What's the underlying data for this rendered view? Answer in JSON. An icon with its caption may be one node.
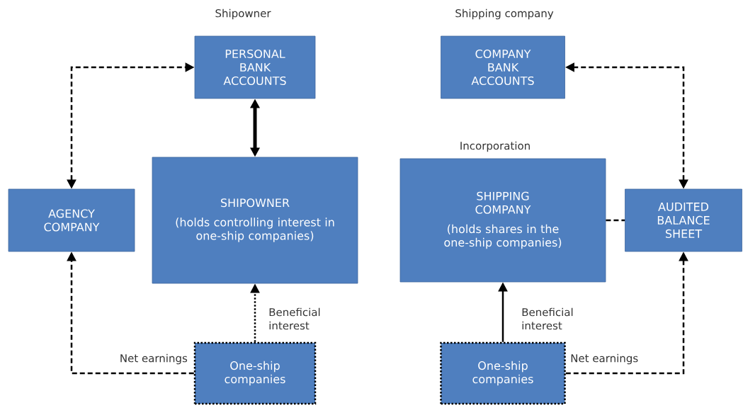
{
  "diagram": {
    "nodes": [
      {
        "text": [
          "PERSONAL BANK ACCOUNTS"
        ]
      },
      {
        "text": [
          "AGENCY COMPANY"
        ]
      },
      {
        "text": [
          "SHIPOWNER",
          "(holds controlling interest in one-ship companies)"
        ]
      },
      {
        "text": [
          "One-ship companies"
        ]
      },
      {
        "text": [
          "COMPANY BANK ACCOUNTS"
        ]
      },
      {
        "text": [
          "SHIPPING COMPANY",
          "(holds shares in the one-ship companies)"
        ],
        "beside": [
          "Incorporation"
        ]
      },
      {
        "text": [
          "AUDITED BALANCE SHEET"
        ]
      },
      {
        "text": [
          "One-ship companies"
        ]
      }
    ],
    "edges": [
      {
        "from": 1,
        "to": 0,
        "arrow": "both",
        "style": "dashed"
      },
      {
        "from": 0,
        "to": 2,
        "arrow": "both",
        "style": "thick"
      },
      {
        "from": 3,
        "to": 2,
        "arrow": "to",
        "style": "dashed",
        "label": "Beneficial interest"
      },
      {
        "from": 3,
        "to": 1,
        "arrow": "to",
        "style": "dashed",
        "label": "Net earnings"
      },
      {
        "from": 6,
        "to": 4,
        "arrow": "both",
        "style": "dashed"
      },
      {
        "from": 7,
        "to": 5,
        "arrow": "to",
        "label": "Beneficial interest"
      },
      {
        "from": 7,
        "to": 6,
        "arrow": "to",
        "style": "dashed",
        "label": "Net earnings"
      },
      {
        "from": 5,
        "to": 6,
        "arrow": "none",
        "style": "dashed"
      }
    ],
    "labels": [
      "Shipowner",
      "Shipping company"
    ]
  }
}
